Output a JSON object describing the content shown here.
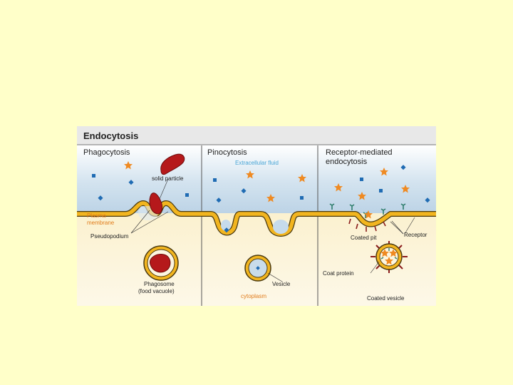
{
  "figure": {
    "title": "Endocytosis",
    "panels": {
      "phagocytosis": {
        "heading": "Phagocytosis",
        "labels": {
          "solid_particle": "solid particle",
          "plasma_membrane_line1": "Plasma",
          "plasma_membrane_line2": "membrane",
          "pseudopodium": "Pseudopodium",
          "phagosome_line1": "Phagosome",
          "phagosome_line2": "(food vacuole)"
        }
      },
      "pinocytosis": {
        "heading": "Pinocytosis",
        "labels": {
          "extracellular_fluid": "Extracellular fluid",
          "vesicle": "Vesicle",
          "cytoplasm": "cytoplasm"
        }
      },
      "receptor_mediated": {
        "heading_line1": "Receptor-mediated",
        "heading_line2": "endocytosis",
        "labels": {
          "coated_pit": "Coated pit",
          "receptor": "Receptor",
          "coat_protein": "Coat protein",
          "coated_vesicle": "Coated vesicle"
        }
      }
    },
    "colors": {
      "page_background": "#ffffc9",
      "membrane_fill": "#f2b51f",
      "membrane_edge": "#4a3a10",
      "extracellular_fluid": "#c9dcea",
      "cytoplasm": "#fbf3d6",
      "solid_particle": "#b5191b",
      "molecule_square": "#1f6bb3",
      "molecule_star": "#ef8a22",
      "coat_protein": "#8a1a1a",
      "receptor": "#2e7d6b",
      "label_orange": "#e07b1a",
      "label_blue": "#4aa6d6"
    }
  }
}
